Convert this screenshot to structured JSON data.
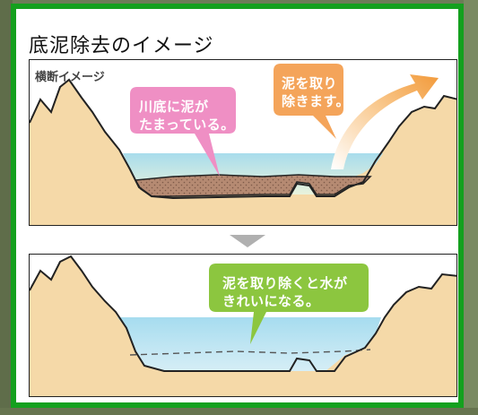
{
  "title": "底泥除去のイメージ",
  "panel_top": {
    "label": "横断イメージ",
    "bubble_silt": {
      "line1": "川底に泥が",
      "line2": "たまっている。"
    },
    "bubble_remove": {
      "line1": "泥を取り",
      "line2": "除きます。"
    }
  },
  "panel_bottom": {
    "bubble_clean": {
      "line1": "泥を取り除くと水が",
      "line2": "きれいになる。"
    }
  },
  "colors": {
    "frame": "#14a01e",
    "ground": "#f5d9a8",
    "water": "#a8dcec",
    "mud": "#b58a72",
    "bubble_pink": "#ef8fc4",
    "bubble_orange": "#f4a45a",
    "bubble_green": "#8cc63f",
    "arrow_gray": "#b0b0b0"
  }
}
